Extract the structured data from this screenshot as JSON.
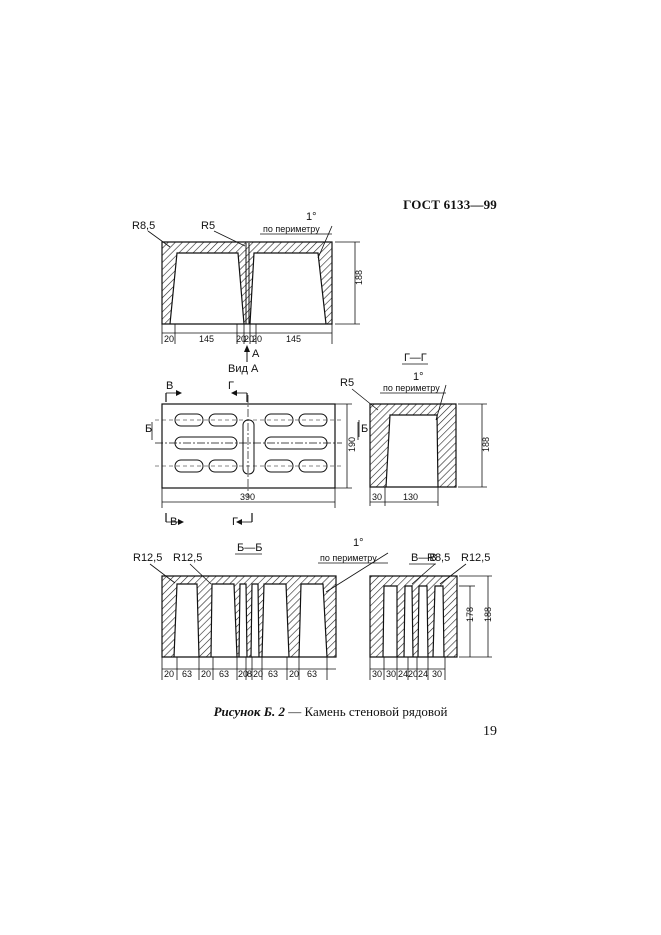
{
  "header": {
    "standard": "ГОСТ 6133—99"
  },
  "views": {
    "top_section": {
      "r1": "R8,5",
      "r2": "R5",
      "angle": "1°",
      "angle_note": "по периметру",
      "height": "188",
      "dims": [
        "20",
        "145",
        "20",
        "20",
        "20",
        "145"
      ],
      "arrow_label": "А",
      "view_label": "Вид А"
    },
    "plan": {
      "cut_v_top": "В",
      "cut_g_top": "Г",
      "cut_b": "Б",
      "cut_v_bottom": "В",
      "cut_g_bottom": "Г",
      "width": "390",
      "height": "190"
    },
    "section_gg": {
      "title": "Г—Г",
      "r": "R5",
      "angle": "1°",
      "angle_note": "по периметру",
      "cut_b": "Б",
      "height": "188",
      "dims": [
        "30",
        "130"
      ]
    },
    "section_bb": {
      "title": "Б—Б",
      "r1": "R12,5",
      "r2": "R12,5",
      "angle": "1°",
      "angle_note": "по периметру",
      "dims": [
        "20",
        "63",
        "20",
        "63",
        "20",
        "8",
        "20",
        "63",
        "20",
        "63"
      ]
    },
    "section_vv": {
      "title": "В—В",
      "r1": "R8,5",
      "r2": "R12,5",
      "h1": "178",
      "h2": "188",
      "dims": [
        "30",
        "30",
        "24",
        "20",
        "24",
        "30"
      ]
    }
  },
  "caption": {
    "figure": "Рисунок Б. 2",
    "dash": " — ",
    "text": "Камень стеновой рядовой"
  },
  "page_number": "19"
}
